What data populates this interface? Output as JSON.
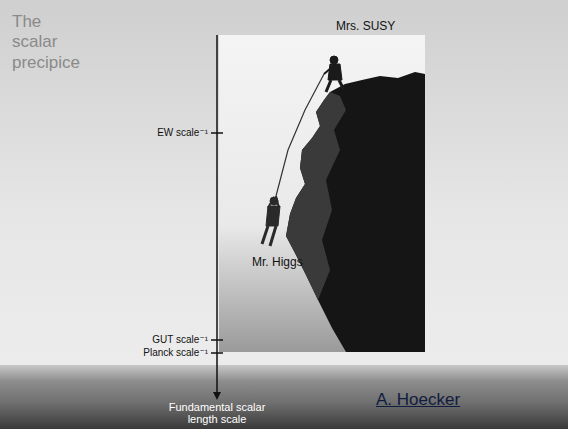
{
  "diagram": {
    "title": "The scalar precipice",
    "labels": [
      "Mrs. SUSY",
      "EW scale⁻¹",
      "Mr. Higgs",
      "GUT scale⁻¹",
      "Planck scale⁻¹",
      "Fundamental scalar length scale",
      "A. Hoecker"
    ]
  }
}
